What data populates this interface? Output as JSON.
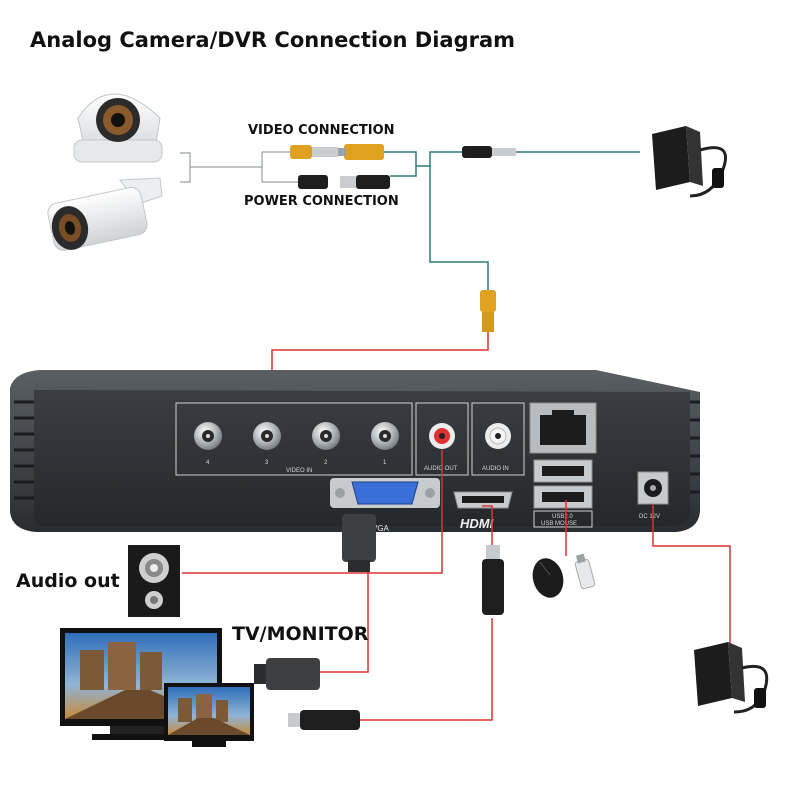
{
  "title": "Analog Camera/DVR Connection Diagram",
  "labels": {
    "video_connection": "VIDEO CONNECTION",
    "power_connection": "POWER CONNECTION",
    "audio_out": "Audio out",
    "tv_monitor": "TV/MONITOR"
  },
  "dvr": {
    "video_in_label": "VIDEO IN",
    "channel_numbers": [
      "4",
      "3",
      "2",
      "1"
    ],
    "audio_out_label": "AUDIO OUT",
    "audio_in_label": "AUDIO IN",
    "vga_label": "VGA",
    "hdmi_label": "HDMI",
    "usb_label": "USB2.0",
    "usb_mouse_label": "USB MOUSE",
    "dc_label": "DC 12V"
  },
  "colors": {
    "video_line": "#2e7d7d",
    "signal_line": "#e03030",
    "dvr_body": "#2f3336",
    "bnc_connector": "#e0a020"
  }
}
